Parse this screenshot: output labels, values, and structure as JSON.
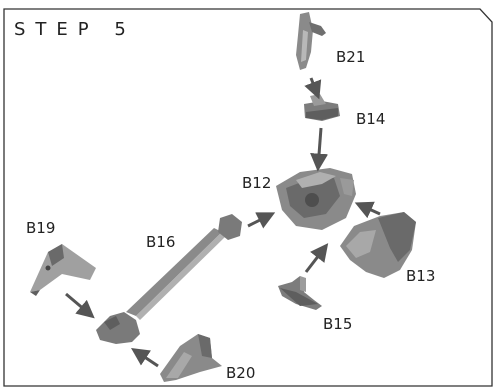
{
  "step": {
    "title": "STEP 5"
  },
  "parts": {
    "b21": "B21",
    "b14": "B14",
    "b12": "B12",
    "b13": "B13",
    "b15": "B15",
    "b16": "B16",
    "b19": "B19",
    "b20": "B20"
  },
  "colors": {
    "part_fill": "#8a8a8a",
    "part_dark": "#5e5e5e",
    "part_light": "#b8b8b8",
    "arrow": "#555555",
    "frame": "#333333"
  }
}
